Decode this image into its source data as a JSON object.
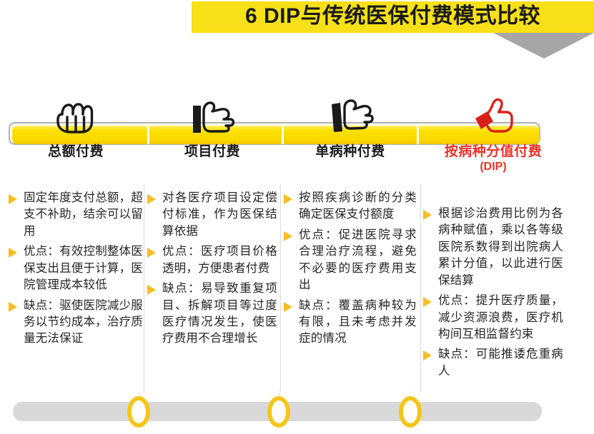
{
  "title": {
    "text": "6 DIP与传统医保付费模式比较",
    "banner_color": "#F7E017",
    "arrow_color": "#A6A6A6"
  },
  "accent_color": "#E8342A",
  "bullet_color": "#F5BE23",
  "columns": [
    {
      "icon": "fist-icon",
      "heading": "总额付费",
      "subheading": "",
      "accent": false,
      "bullets": [
        "固定年度支付总额，超支不补助，结余可以留用",
        "优点：有效控制整体医保支出且便于计算，医院管理成本较低",
        "缺点：驱使医院减少服务以节约成本，治疗质量无法保证"
      ]
    },
    {
      "icon": "hand-point-icon",
      "heading": "项目付费",
      "subheading": "",
      "accent": false,
      "bullets": [
        "对各医疗项目设定偿付标准，作为医保结算依据",
        "优点：医疗项目价格透明，方便患者付费",
        "缺点：易导致重复项目、拆解项目等过度医疗情况发生，使医疗费用不合理增长"
      ]
    },
    {
      "icon": "hand-thumb-icon",
      "heading": "单病种付费",
      "subheading": "",
      "accent": false,
      "bullets": [
        "按照疾病诊断的分类确定医保支付额度",
        "优点：促进医院寻求合理治疗流程，避免不必要的医疗费用支出",
        "缺点：覆盖病种较为有限，且未考虑并发症的情况"
      ]
    },
    {
      "icon": "thumbs-up-red-icon",
      "heading": "按病种分值付费",
      "subheading": "(DIP)",
      "accent": true,
      "bullets": [
        "根据诊治费用比例为各病种赋值，乘以各等级医院系数得到出院病人累计分值，以此进行医保结算",
        "优点：提升医疗质量，减少资源浪费，医疗机构间互相监督约束",
        "缺点：可能推诿危重病人"
      ]
    }
  ],
  "bottom": {
    "bar_color": "#D9D9D9",
    "ring_color": "#F5C518",
    "ring_count": 3
  }
}
